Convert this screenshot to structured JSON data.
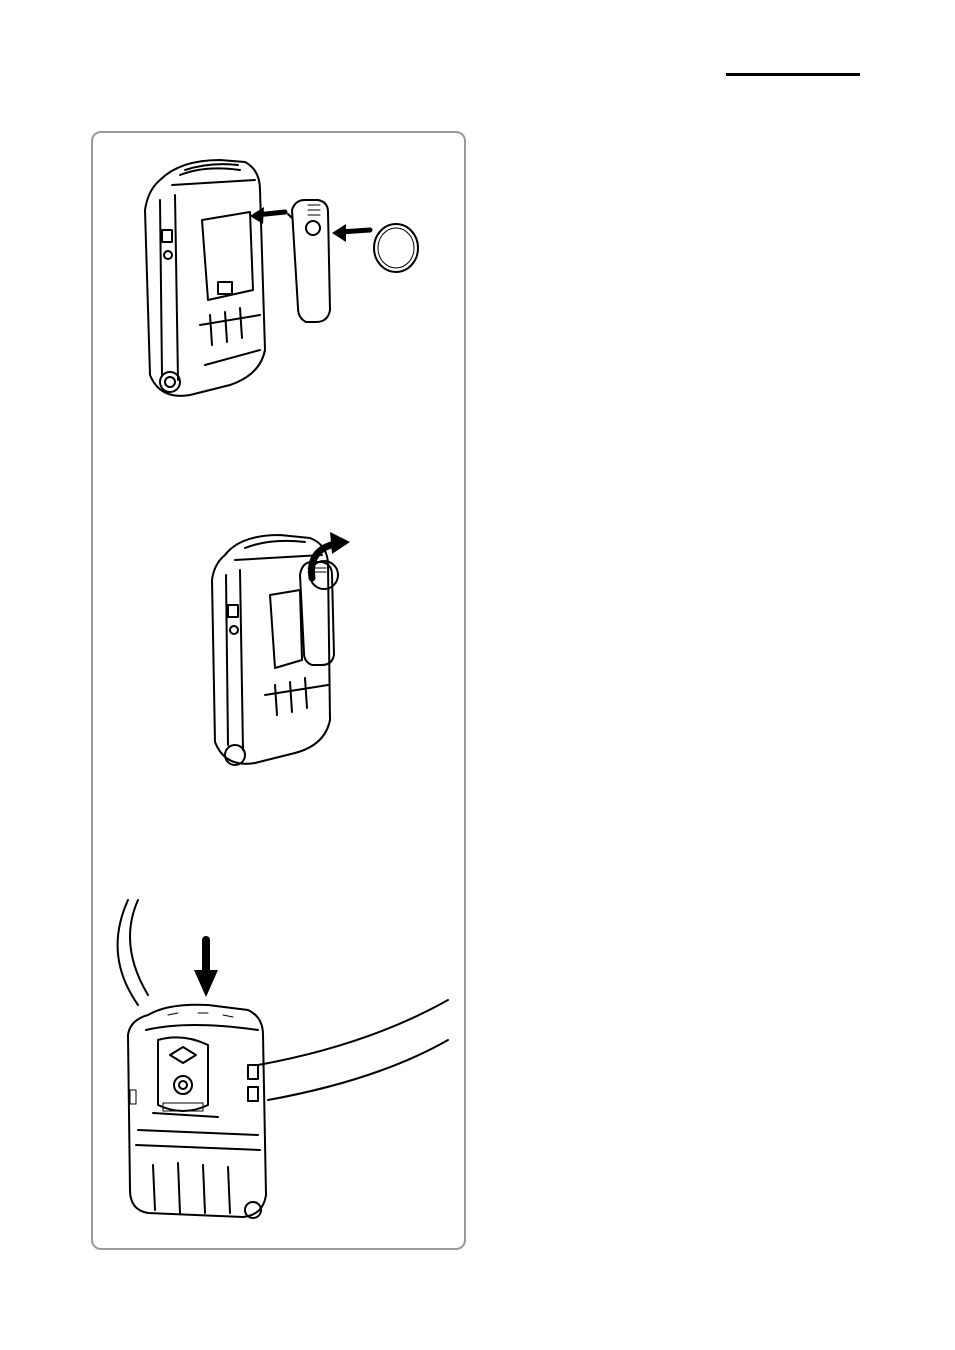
{
  "page": {
    "background": "#ffffff"
  },
  "figure_panel": {
    "border_color": "#9a9a9a",
    "steps": [
      {
        "name": "attach-clip-with-coin",
        "icon": "printer-belt-clip-coin-icon"
      },
      {
        "name": "rotate-clip",
        "icon": "printer-clip-rotate-icon"
      },
      {
        "name": "hang-on-belt",
        "icon": "printer-on-belt-icon"
      }
    ]
  }
}
